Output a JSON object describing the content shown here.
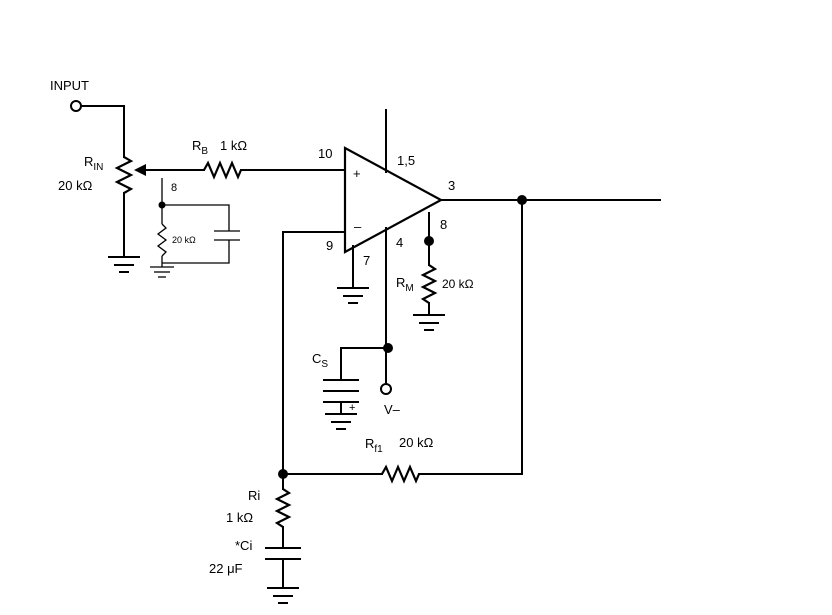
{
  "input_label": "INPUT",
  "rin": {
    "symbol": "R",
    "sub": "IN",
    "value": "20 kΩ"
  },
  "rb": {
    "symbol": "R",
    "sub": "B",
    "value": "1 kΩ"
  },
  "pot_pin": "8",
  "aux_resistor_value": "20 kΩ",
  "pins": {
    "noninv_in": "10",
    "inv_in": "9",
    "supply": "1,5",
    "output": "3",
    "bias": "8",
    "vneg": "4",
    "ground": "7"
  },
  "opamp_signs": {
    "plus": "+",
    "minus": "–"
  },
  "rm": {
    "symbol": "R",
    "sub": "M",
    "value": "20 kΩ"
  },
  "cs": {
    "symbol": "C",
    "sub": "S",
    "polarity": "+"
  },
  "vminus_label": "V–",
  "rf1": {
    "symbol": "R",
    "sub": "f1",
    "value": "20 kΩ"
  },
  "ri": {
    "label": "Ri",
    "value": "1 kΩ"
  },
  "ci": {
    "label": "*Ci",
    "value": "22 μF"
  }
}
